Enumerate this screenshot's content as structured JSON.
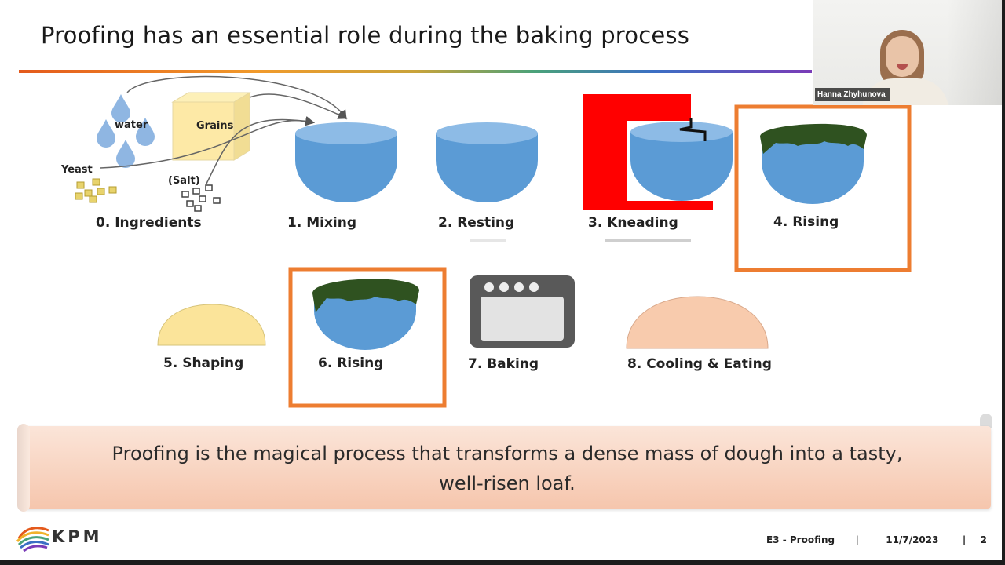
{
  "slide": {
    "title": "Proofing has an essential role during the baking process",
    "page_number": "2",
    "footer_section": "E3 - Proofing",
    "footer_date": "11/7/2023",
    "footer_separator": "|"
  },
  "presenter": {
    "name": "Hanna Zhyhunova"
  },
  "logo": {
    "text": "KPM"
  },
  "ingredients": {
    "water": "water",
    "grains": "Grains",
    "yeast": "Yeast",
    "salt": "(Salt)"
  },
  "steps": [
    {
      "label": "0. Ingredients",
      "highlighted": false
    },
    {
      "label": "1. Mixing",
      "highlighted": false
    },
    {
      "label": "2. Resting",
      "highlighted": false
    },
    {
      "label": "3. Kneading",
      "highlighted": false
    },
    {
      "label": "4. Rising",
      "highlighted": true
    },
    {
      "label": "5. Shaping",
      "highlighted": false
    },
    {
      "label": "6. Rising",
      "highlighted": true
    },
    {
      "label": "7. Baking",
      "highlighted": false
    },
    {
      "label": "8. Cooling & Eating",
      "highlighted": false
    }
  ],
  "banner": {
    "text": "Proofing is the magical process that transforms a dense mass of dough into a tasty, well-risen loaf."
  },
  "colors": {
    "bowl": "#5b9bd5",
    "bowl_rim": "#8dbbe6",
    "dough_top": "#2f5220",
    "mixer": "#ff0000",
    "highlight_box": "#ed7d31",
    "shaping_dough": "#fbe49a",
    "bread": "#f8cbad",
    "oven": "#595959"
  }
}
